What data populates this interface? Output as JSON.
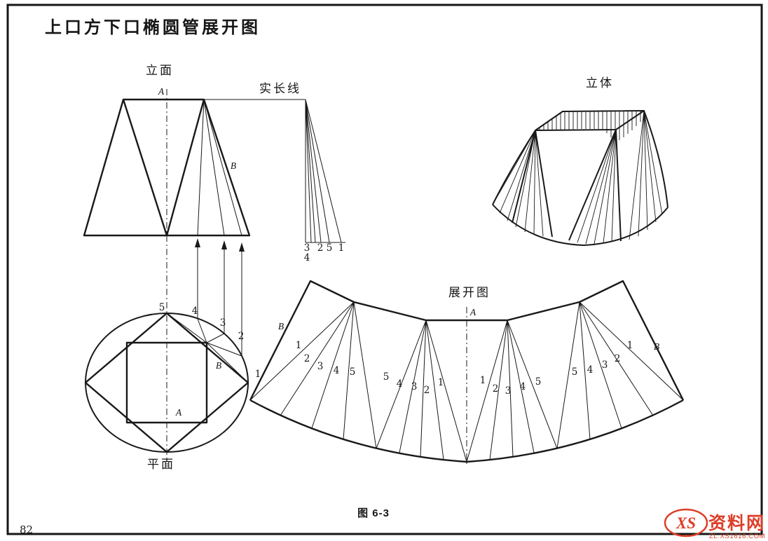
{
  "page": {
    "title": "上口方下口椭圆管展开图",
    "caption": "图 6-3",
    "page_number": "82"
  },
  "elevation": {
    "label": "立面",
    "letter_a": "A",
    "letter_b": "B"
  },
  "true_length": {
    "label": "实长线",
    "ticks": [
      "3",
      "2",
      "5",
      "1"
    ],
    "tick_below": "4"
  },
  "isometric": {
    "label": "立体"
  },
  "plan": {
    "label": "平面",
    "points": [
      "5",
      "4",
      "3",
      "2",
      "1"
    ],
    "letter_a": "A",
    "letter_b": "B"
  },
  "development": {
    "label": "展开图",
    "letter_a": "A",
    "seam_left": "B",
    "seam_right": "B",
    "fan1": [
      "1",
      "2",
      "3",
      "4",
      "5"
    ],
    "fan2": [
      "5",
      "4",
      "3",
      "2",
      "1"
    ],
    "fan3": [
      "1",
      "2",
      "3",
      "4",
      "5"
    ],
    "fan4": [
      "5",
      "4",
      "3",
      "2",
      "1"
    ]
  },
  "watermark": {
    "logo": "XS",
    "name": "资料网",
    "url": "ZL.XS1616.COM"
  }
}
